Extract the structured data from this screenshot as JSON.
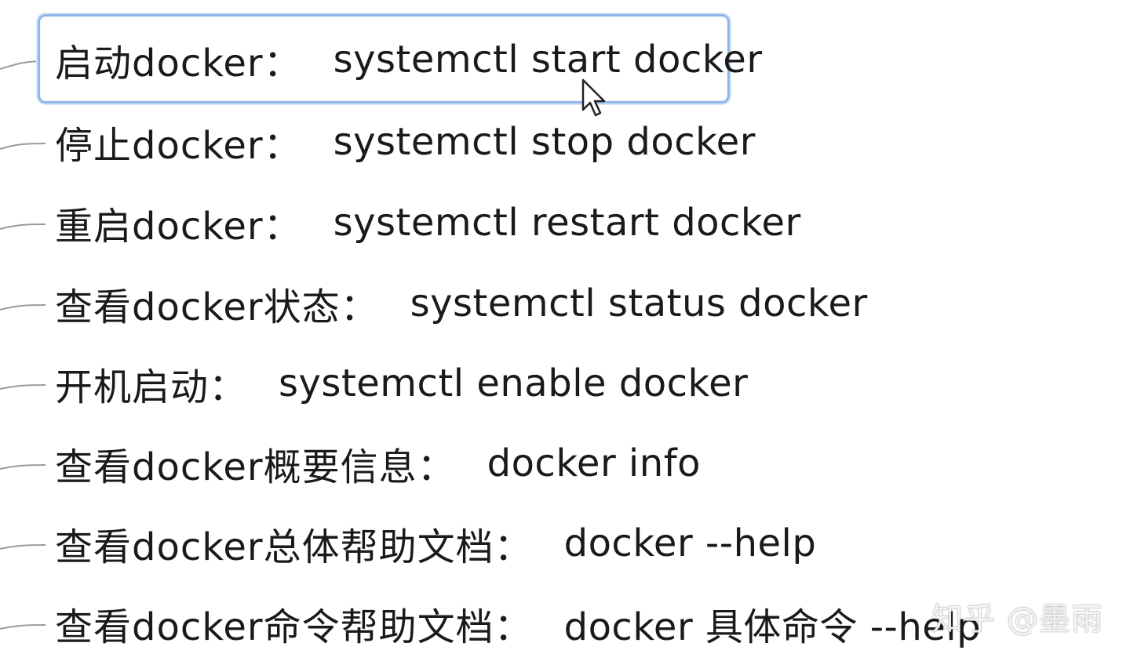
{
  "mindmap": {
    "nodes": [
      {
        "label": "启动docker：",
        "command": "systemctl start docker"
      },
      {
        "label": "停止docker：",
        "command": "systemctl stop docker"
      },
      {
        "label": "重启docker：",
        "command": "systemctl restart docker"
      },
      {
        "label": "查看docker状态：",
        "command": "systemctl status docker"
      },
      {
        "label": "开机启动：",
        "command": "systemctl enable docker"
      },
      {
        "label": "查看docker概要信息：",
        "command": "docker info"
      },
      {
        "label": "查看docker总体帮助文档：",
        "command": "docker --help"
      },
      {
        "label": "查看docker命令帮助文档：",
        "command": "docker 具体命令 --help"
      }
    ],
    "selected_index": 0
  },
  "watermark": {
    "text": "知乎 @墨雨"
  },
  "colors": {
    "text": "#1a1a1a",
    "selection_border": "#8fb8e8",
    "connector": "#9a9a9a"
  }
}
